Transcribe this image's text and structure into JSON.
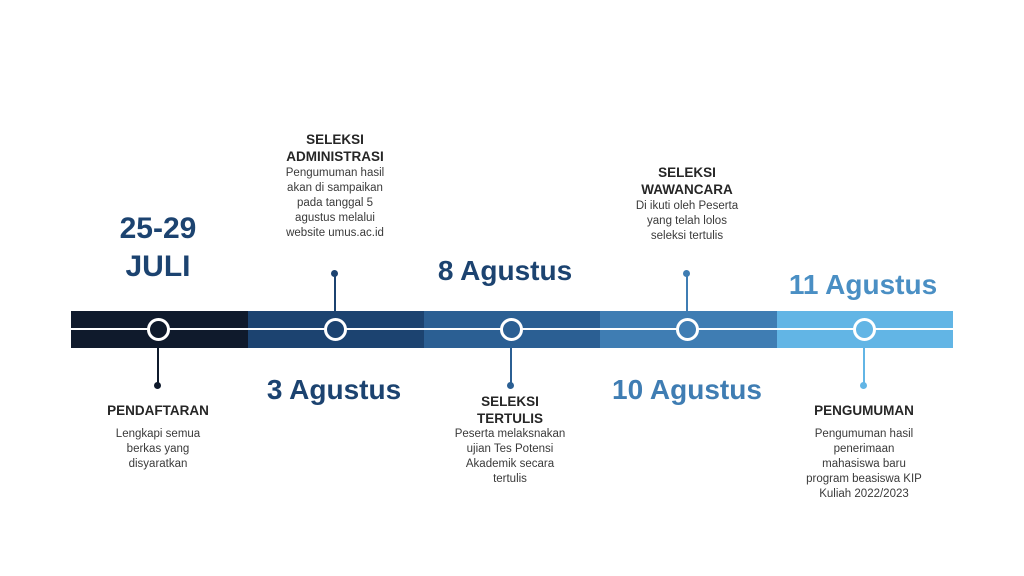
{
  "colors": {
    "segment_1": "#0f1a2c",
    "segment_2": "#1c4370",
    "segment_3": "#2b5f93",
    "segment_4": "#3f7db3",
    "segment_5": "#62b5e5"
  },
  "stages": [
    {
      "date": "25-29 JULI",
      "title": "PENDAFTARAN",
      "desc": "Lengkapi semua berkas yang disyaratkan"
    },
    {
      "date": "3 Agustus",
      "title": "SELEKSI ADMINISTRASI",
      "desc": "Pengumuman hasil akan di sampaikan pada tanggal 5 agustus melalui website umus.ac.id"
    },
    {
      "date": "8 Agustus",
      "title": "SELEKSI TERTULIS",
      "desc": "Peserta melaksnakan ujian Tes Potensi Akademik secara tertulis"
    },
    {
      "date": "10 Agustus",
      "title": "SELEKSI WAWANCARA",
      "desc": "Di ikuti oleh Peserta yang telah lolos seleksi tertulis"
    },
    {
      "date": "11 Agustus",
      "title": "PENGUMUMAN",
      "desc": "Pengumuman hasil penerimaan mahasiswa baru program beasiswa KIP Kuliah 2022/2023"
    }
  ]
}
